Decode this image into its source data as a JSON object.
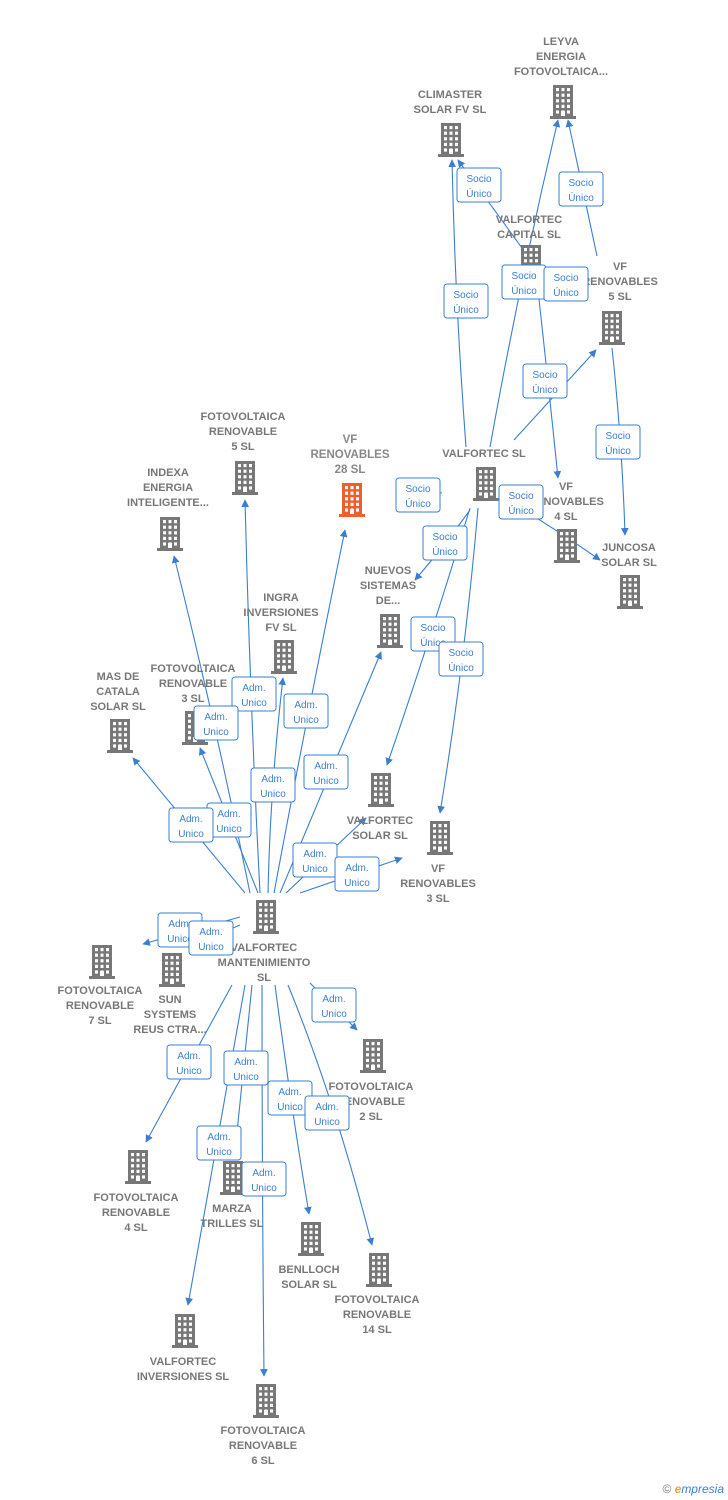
{
  "colors": {
    "edge": "#3a7fcf",
    "node": "#777777",
    "focus": "#ef5f2e",
    "label_border": "#3a7fcf",
    "label_bg": "#ffffff"
  },
  "nodes": [
    {
      "id": "vf28",
      "lines": [
        "VF",
        "RENOVABLES",
        "28  SL"
      ],
      "icon": "building-icon",
      "focus": true
    },
    {
      "id": "leyva",
      "lines": [
        "LEYVA",
        "ENERGIA",
        "FOTOVOLTAICA..."
      ],
      "icon": "building-icon"
    },
    {
      "id": "climaster",
      "lines": [
        "CLIMASTER",
        "SOLAR FV SL"
      ],
      "icon": "building-icon"
    },
    {
      "id": "capital",
      "lines": [
        "VALFORTEC",
        "CAPITAL  SL"
      ],
      "icon": "building-icon"
    },
    {
      "id": "vf5",
      "lines": [
        "VF",
        "RENOVABLES",
        "5  SL"
      ],
      "icon": "building-icon"
    },
    {
      "id": "valfortec",
      "lines": [
        "VALFORTEC SL"
      ],
      "icon": "building-icon"
    },
    {
      "id": "vf4",
      "lines": [
        "VF",
        "RENOVABLES",
        "4  SL"
      ],
      "icon": "building-icon"
    },
    {
      "id": "juncosa",
      "lines": [
        "JUNCOSA",
        "SOLAR  SL"
      ],
      "icon": "building-icon"
    },
    {
      "id": "fr5",
      "lines": [
        "FOTOVOLTAICA",
        "RENOVABLE",
        "5 SL"
      ],
      "icon": "building-icon"
    },
    {
      "id": "indexa",
      "lines": [
        "INDEXA",
        "ENERGIA",
        "INTELIGENTE..."
      ],
      "icon": "building-icon"
    },
    {
      "id": "nuevos",
      "lines": [
        "NUEVOS",
        "SISTEMAS",
        "DE..."
      ],
      "icon": "building-icon"
    },
    {
      "id": "ingra",
      "lines": [
        "INGRA",
        "INVERSIONES",
        "FV  SL"
      ],
      "icon": "building-icon"
    },
    {
      "id": "fr3",
      "lines": [
        "FOTOVOLTAICA",
        "RENOVABLE",
        "3  SL"
      ],
      "icon": "building-icon"
    },
    {
      "id": "mas",
      "lines": [
        "MAS DE",
        "CATALA",
        "SOLAR SL"
      ],
      "icon": "building-icon"
    },
    {
      "id": "vsolar",
      "lines": [
        "VALFORTEC",
        "SOLAR  SL"
      ],
      "icon": "building-icon"
    },
    {
      "id": "vf3",
      "lines": [
        "VF",
        "RENOVABLES",
        "3  SL"
      ],
      "icon": "building-icon"
    },
    {
      "id": "mant",
      "lines": [
        "VALFORTEC",
        "MANTENIMIENTO",
        "SL"
      ],
      "icon": "building-icon"
    },
    {
      "id": "fr7",
      "lines": [
        "FOTOVOLTAICA",
        "RENOVABLE",
        "7 SL"
      ],
      "icon": "building-icon"
    },
    {
      "id": "sun",
      "lines": [
        "SUN",
        "SYSTEMS",
        "REUS CTRA..."
      ],
      "icon": "building-icon"
    },
    {
      "id": "fr2",
      "lines": [
        "FOTOVOLTAICA",
        "RENOVABLE",
        "2  SL"
      ],
      "icon": "building-icon"
    },
    {
      "id": "fr4",
      "lines": [
        "FOTOVOLTAICA",
        "RENOVABLE",
        "4 SL"
      ],
      "icon": "building-icon"
    },
    {
      "id": "marza",
      "lines": [
        "MARZA",
        "TRILLES SL"
      ],
      "icon": "building-icon"
    },
    {
      "id": "benlloch",
      "lines": [
        "BENLLOCH",
        "SOLAR SL"
      ],
      "icon": "building-icon"
    },
    {
      "id": "fr14",
      "lines": [
        "FOTOVOLTAICA",
        "RENOVABLE",
        "14 SL"
      ],
      "icon": "building-icon"
    },
    {
      "id": "vinv",
      "lines": [
        "VALFORTEC",
        "INVERSIONES SL"
      ],
      "icon": "building-icon"
    },
    {
      "id": "fr6",
      "lines": [
        "FOTOVOLTAICA",
        "RENOVABLE",
        "6 SL"
      ],
      "icon": "building-icon"
    }
  ],
  "edges": [
    {
      "from": "valfortec",
      "to": "climaster",
      "label": [
        "Socio",
        "Único"
      ]
    },
    {
      "from": "valfortec",
      "to": "leyva",
      "label": [
        "Socio",
        "Único"
      ]
    },
    {
      "from": "capital",
      "to": "climaster",
      "label": [
        "Socio",
        "Único"
      ]
    },
    {
      "from": "vf5",
      "to": "leyva",
      "label": [
        "Socio",
        "Único"
      ]
    },
    {
      "from": "capital",
      "to": "vf4",
      "label": [
        "Socio",
        "Único"
      ]
    },
    {
      "from": "valfortec",
      "to": "vf5",
      "label": [
        "Socio",
        "Único"
      ]
    },
    {
      "from": "vf5",
      "to": "juncosa",
      "label": [
        "Socio",
        "Único"
      ]
    },
    {
      "from": "valfortec",
      "to": "vf28",
      "label": [
        "Socio",
        "Único"
      ]
    },
    {
      "from": "valfortec",
      "to": "juncosa",
      "label": [
        "Socio",
        "Único"
      ]
    },
    {
      "from": "valfortec",
      "to": "nuevos",
      "label": [
        "Socio",
        "Único"
      ]
    },
    {
      "from": "valfortec",
      "to": "vsolar",
      "label": [
        "Socio",
        "Único"
      ]
    },
    {
      "from": "valfortec",
      "to": "vf3",
      "label": [
        "Socio",
        "Único"
      ]
    },
    {
      "from": "mant",
      "to": "fr5",
      "label": [
        "Adm.",
        "Unico"
      ]
    },
    {
      "from": "mant",
      "to": "indexa",
      "label": [
        "Adm.",
        "Unico"
      ]
    },
    {
      "from": "mant",
      "to": "ingra",
      "label": [
        "Adm.",
        "Unico"
      ]
    },
    {
      "from": "mant",
      "to": "vf28",
      "label": [
        "Adm.",
        "Unico"
      ]
    },
    {
      "from": "mant",
      "to": "fr3",
      "label": [
        "Adm.",
        "Unico"
      ]
    },
    {
      "from": "mant",
      "to": "mas",
      "label": [
        "Adm.",
        "Unico"
      ]
    },
    {
      "from": "mant",
      "to": "nuevos",
      "label": [
        "Adm.",
        "Unico"
      ]
    },
    {
      "from": "mant",
      "to": "vsolar",
      "label": [
        "Adm.",
        "Unico"
      ]
    },
    {
      "from": "mant",
      "to": "vf3",
      "label": [
        "Adm.",
        "Unico"
      ]
    },
    {
      "from": "mant",
      "to": "fr7",
      "label": [
        "Adm.",
        "Unico"
      ]
    },
    {
      "from": "mant",
      "to": "sun",
      "label": [
        "Adm.",
        "Unico"
      ]
    },
    {
      "from": "mant",
      "to": "fr2",
      "label": [
        "Adm.",
        "Unico"
      ]
    },
    {
      "from": "mant",
      "to": "fr4",
      "label": [
        "Adm.",
        "Unico"
      ]
    },
    {
      "from": "mant",
      "to": "marza",
      "label": [
        "Adm.",
        "Unico"
      ]
    },
    {
      "from": "mant",
      "to": "benlloch",
      "label": [
        "Adm.",
        "Unico"
      ]
    },
    {
      "from": "mant",
      "to": "fr14",
      "label": [
        "Adm.",
        "Unico"
      ]
    },
    {
      "from": "mant",
      "to": "vinv",
      "label": [
        "Adm.",
        "Unico"
      ]
    },
    {
      "from": "mant",
      "to": "fr6",
      "label": [
        "Adm.",
        "Unico"
      ]
    }
  ],
  "footer": {
    "copyright": "©",
    "brand_e": "e",
    "brand_rest": "mpresia"
  }
}
